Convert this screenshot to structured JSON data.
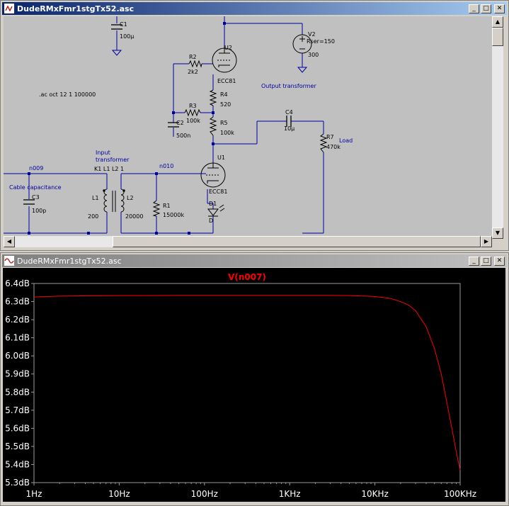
{
  "schematic_window": {
    "title": "DudeRMxFmr1stgTx52.asc",
    "buttons": {
      "minimize": "_",
      "maximize": "□",
      "close": "✕"
    }
  },
  "waveform_window": {
    "title": "DudeRMxFmr1stgTx52.asc",
    "buttons": {
      "minimize": "_",
      "maximize": "□",
      "close": "✕"
    }
  },
  "schematic": {
    "directive": ".ac oct 12 1 100000",
    "components": {
      "c1": {
        "name": "C1",
        "value": "100µ"
      },
      "c2": {
        "name": "C2",
        "value": "500n"
      },
      "c3": {
        "name": "C3",
        "value": "100p"
      },
      "c4": {
        "name": "C4",
        "value": "10µ"
      },
      "r1": {
        "name": "R1",
        "value": "15000k"
      },
      "r2": {
        "name": "R2",
        "value": "2k2"
      },
      "r3": {
        "name": "R3",
        "value": "100k"
      },
      "r4": {
        "name": "R4",
        "value": "520"
      },
      "r5": {
        "name": "R5",
        "value": "100k"
      },
      "r7": {
        "name": "R7",
        "value": "470k"
      },
      "l1": {
        "name": "L1",
        "value": "200"
      },
      "l2": {
        "name": "L2",
        "value": "20000"
      },
      "u1": {
        "name": "U1",
        "value": "ECC81"
      },
      "u2": {
        "name": "U2",
        "value": "ECC81"
      },
      "d1": {
        "name": "D1",
        "value": "D"
      },
      "v2": {
        "name": "V2",
        "rser": "Rser=150",
        "value": "300"
      }
    },
    "nets": {
      "n009": "n009",
      "n010": "n010"
    },
    "labels": {
      "output_transformer": "Output transformer",
      "input_transformer_1": "Input",
      "input_transformer_2": "transformer",
      "coupling": "K1 L1 L2 1",
      "cable_capacitance": "Cable capacitance",
      "load": "Load"
    }
  },
  "colors": {
    "wire": "#0000a0",
    "component": "#000000",
    "trace": "#ff0000",
    "grid": "#9a9a9a",
    "axis_text": "#ffffff",
    "titlebar_active": "#0a246a"
  },
  "chart_data": {
    "type": "line",
    "title": "V(n007)",
    "x_scale": "log",
    "xlim": [
      1,
      100000
    ],
    "ylim": [
      5.3,
      6.4
    ],
    "x_ticks": [
      "1Hz",
      "10Hz",
      "100Hz",
      "1KHz",
      "10KHz",
      "100KHz"
    ],
    "y_ticks": [
      "6.4dB",
      "6.3dB",
      "6.2dB",
      "6.1dB",
      "6.0dB",
      "5.9dB",
      "5.8dB",
      "5.7dB",
      "5.6dB",
      "5.5dB",
      "5.4dB",
      "5.3dB"
    ],
    "series": [
      {
        "name": "V(n007)",
        "x": [
          1,
          2,
          5,
          10,
          20,
          50,
          100,
          300,
          1000,
          3000,
          5000,
          8000,
          10000,
          15000,
          20000,
          25000,
          30000,
          40000,
          50000,
          60000,
          70000,
          80000,
          90000,
          100000
        ],
        "y": [
          6.325,
          6.33,
          6.332,
          6.333,
          6.333,
          6.334,
          6.334,
          6.334,
          6.334,
          6.334,
          6.333,
          6.33,
          6.328,
          6.318,
          6.3,
          6.28,
          6.25,
          6.16,
          6.04,
          5.9,
          5.74,
          5.6,
          5.47,
          5.37
        ]
      }
    ]
  }
}
